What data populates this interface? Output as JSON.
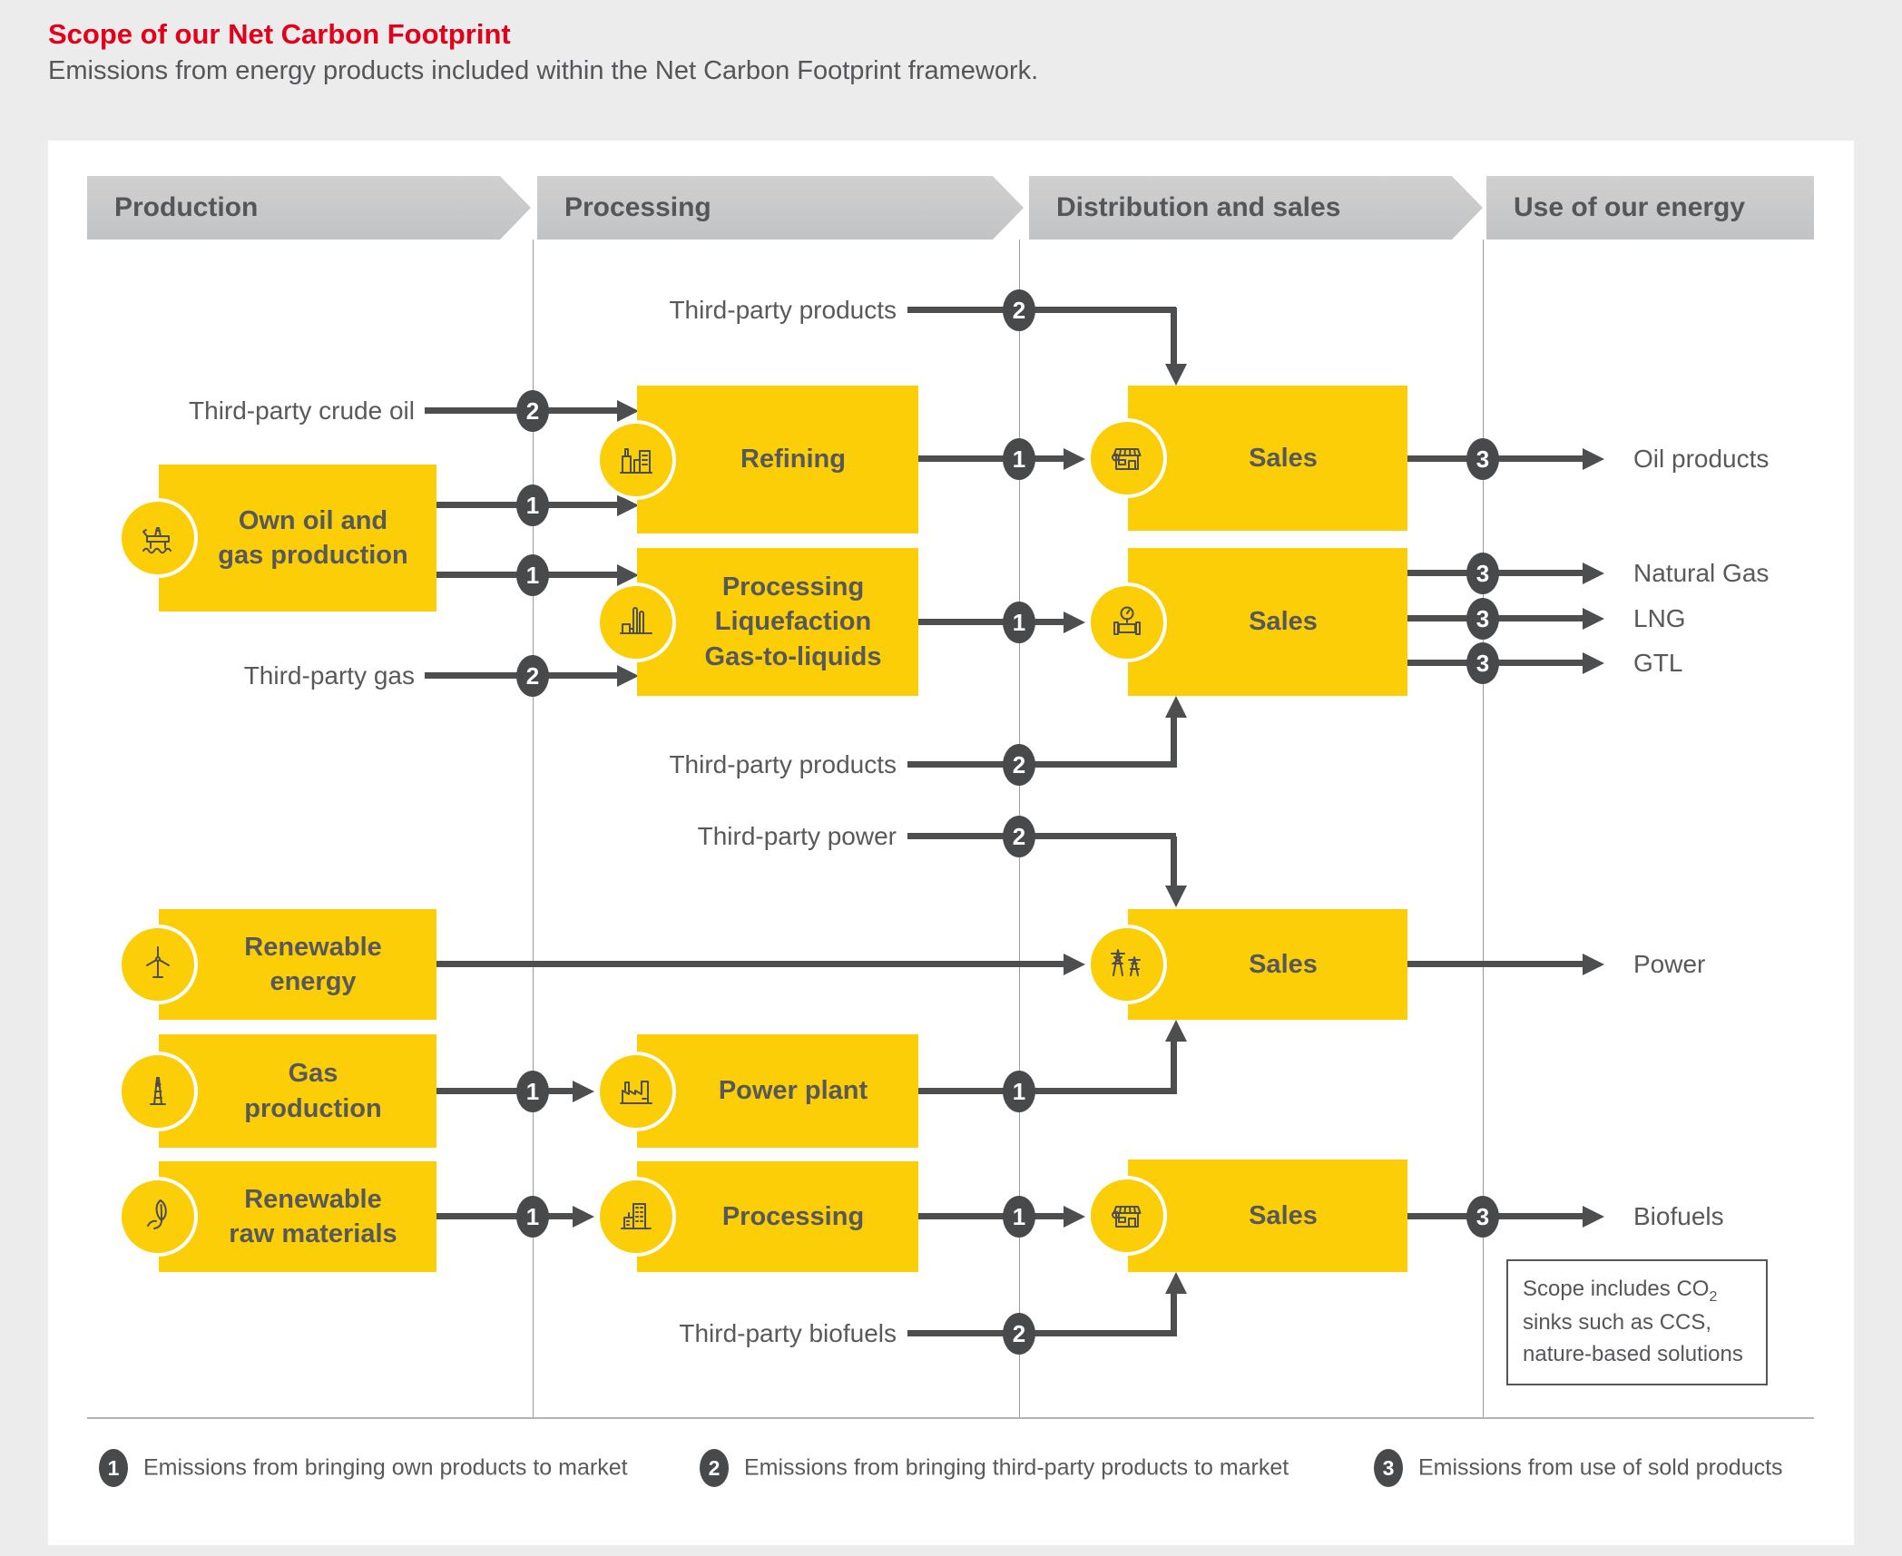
{
  "header": {
    "title": "Scope of our Net Carbon Footprint",
    "subtitle": "Emissions from energy products included within the Net Carbon Footprint framework."
  },
  "columns": {
    "production": "Production",
    "processing": "Processing",
    "distribution": "Distribution and sales",
    "use": "Use of our energy"
  },
  "boxes": {
    "own_oil": "Own oil and\ngas production",
    "refining": "Refining",
    "processing_liq": "Processing\nLiquefaction\nGas-to-liquids",
    "sales": "Sales",
    "renewable_energy": "Renewable\nenergy",
    "gas_production": "Gas\nproduction",
    "renewable_raw": "Renewable\nraw materials",
    "power_plant": "Power plant",
    "processing_bio": "Processing"
  },
  "inputs": {
    "tp_products": "Third-party products",
    "tp_crude": "Third-party crude oil",
    "tp_gas": "Third-party gas",
    "tp_power": "Third-party power",
    "tp_biofuels": "Third-party biofuels"
  },
  "outputs": {
    "oil_products": "Oil products",
    "natural_gas": "Natural Gas",
    "lng": "LNG",
    "gtl": "GTL",
    "power": "Power",
    "biofuels": "Biofuels"
  },
  "badges": {
    "one": "1",
    "two": "2",
    "three": "3"
  },
  "note": {
    "l1": "Scope includes CO",
    "sub": "2",
    "l2": "sinks such as CCS,",
    "l3": "nature-based solutions"
  },
  "legend": [
    {
      "num": "1",
      "text": "Emissions from bringing own products to market"
    },
    {
      "num": "2",
      "text": "Emissions from bringing third-party products to market"
    },
    {
      "num": "3",
      "text": "Emissions from use of sold products"
    }
  ],
  "colors": {
    "accent_yellow": "#FBCE07",
    "title_red": "#E2001A",
    "arrow_dark_gray": "#4D4E50",
    "text_gray": "#58595B",
    "banner_gray": "#C8C9CA",
    "page_background": "#ECECEC"
  }
}
